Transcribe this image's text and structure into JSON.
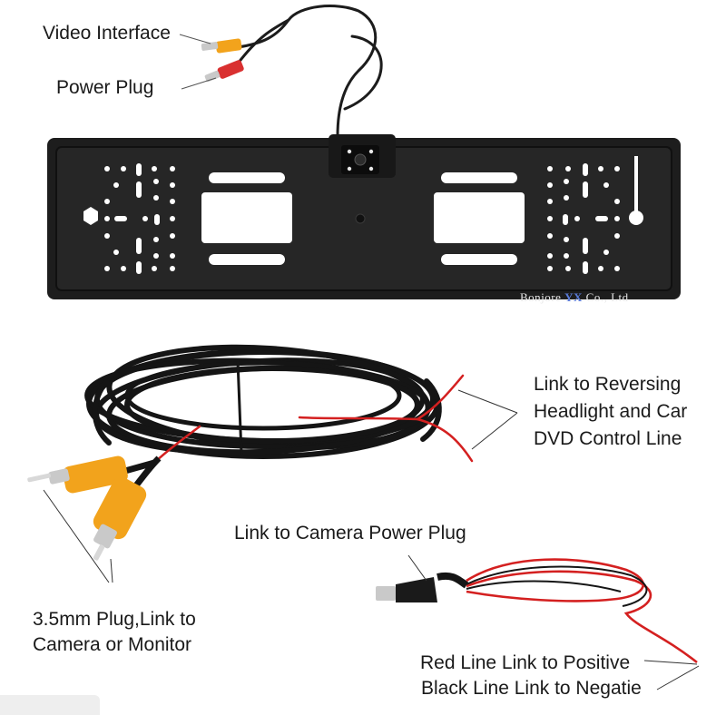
{
  "labels": {
    "video_interface": "Video Interface",
    "power_plug": "Power Plug",
    "link_reversing_line1": "Link to Reversing",
    "link_reversing_line2": "Headlight and Car",
    "link_reversing_line3": "DVD Control Line",
    "camera_power_plug": "Link to Camera Power Plug",
    "plug_35mm_line1": "3.5mm Plug,Link to",
    "plug_35mm_line2": "Camera or Monitor",
    "red_line": "Red Line Link to Positive",
    "black_line": "Black Line Link to Negatie"
  },
  "watermark": {
    "prefix": "Bonjore ",
    "accent": "YX",
    "suffix": " Co., Ltd"
  },
  "colors": {
    "frame": "#1d1d1d",
    "cable_black": "#151515",
    "wire_red": "#d42020",
    "rca_yellow": "#f2a31c",
    "rca_red": "#d93030",
    "metal": "#c9c9c9"
  }
}
